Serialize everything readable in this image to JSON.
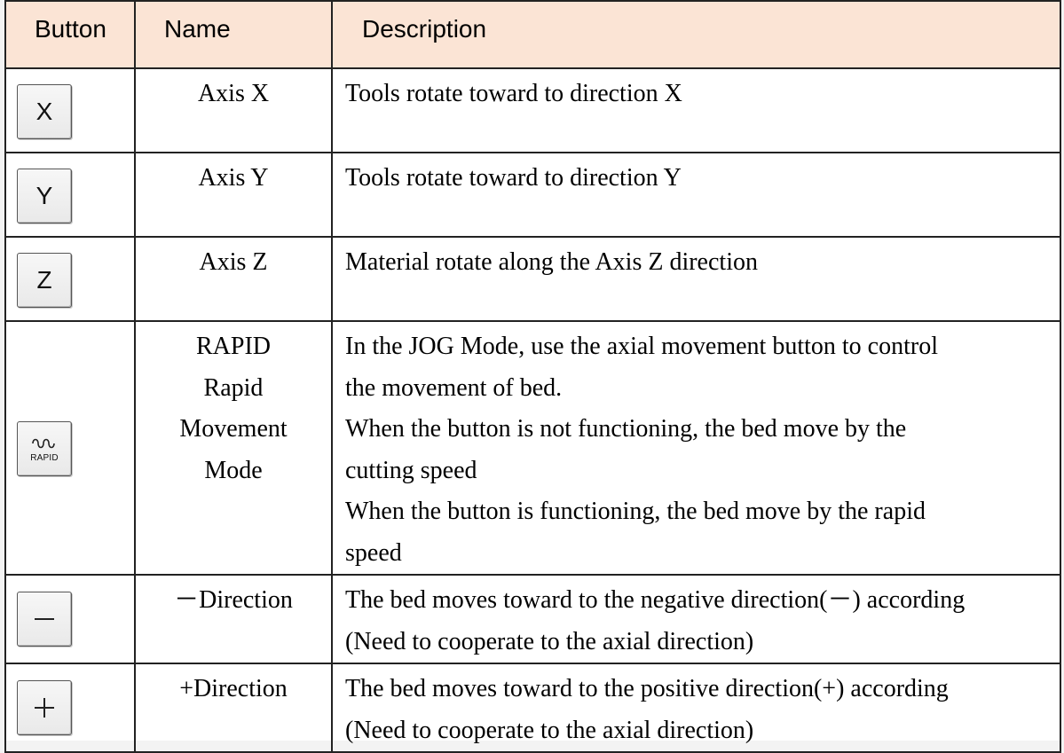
{
  "headers": {
    "button": "Button",
    "name": "Name",
    "description": "Description"
  },
  "rows": [
    {
      "key": "X",
      "icon": "x-key",
      "name": [
        "Axis X"
      ],
      "description": [
        "Tools rotate toward to direction X"
      ]
    },
    {
      "key": "Y",
      "icon": "y-key",
      "name": [
        "Axis Y"
      ],
      "description": [
        "Tools rotate toward to direction Y"
      ]
    },
    {
      "key": "Z",
      "icon": "z-key",
      "name": [
        "Axis Z"
      ],
      "description": [
        "Material rotate along the Axis Z direction"
      ]
    },
    {
      "key": "RAPID",
      "icon": "rapid-wave-icon",
      "name": [
        "RAPID",
        "Rapid",
        "Movement",
        "Mode"
      ],
      "description": [
        "In the JOG Mode, use the axial movement button to control",
        "the movement of bed.",
        "When the button is not functioning, the bed move by the",
        "cutting speed",
        "When the button is functioning, the bed move by the rapid",
        "speed"
      ]
    },
    {
      "key": "",
      "icon": "minus-icon",
      "name": [
        "－Direction"
      ],
      "description": [
        "The bed moves toward to the negative direction(－) according",
        "(Need to cooperate to the axial direction)"
      ]
    },
    {
      "key": "",
      "icon": "plus-icon",
      "name": [
        "+Direction"
      ],
      "description": [
        "The bed moves toward to the positive direction(+) according",
        "(Need to cooperate to the axial direction)"
      ]
    }
  ]
}
